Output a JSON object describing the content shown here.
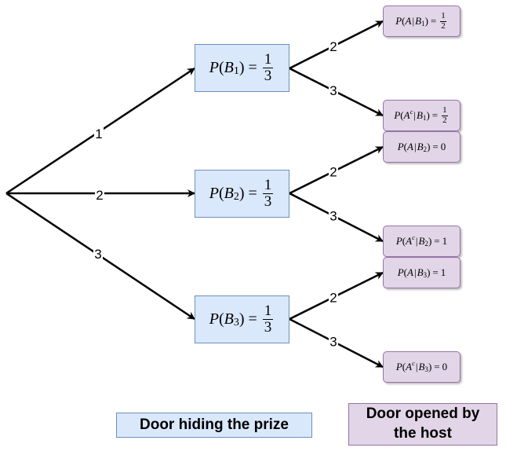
{
  "priors": [
    {
      "name": "P",
      "sub": "1",
      "eq": "=",
      "num": "1",
      "den": "3"
    },
    {
      "name": "P",
      "sub": "2",
      "eq": "=",
      "num": "1",
      "den": "3"
    },
    {
      "name": "P",
      "sub": "3",
      "eq": "=",
      "num": "1",
      "den": "3"
    }
  ],
  "conditionals": [
    {
      "event": "A",
      "sup": "",
      "sub": "1",
      "value": "",
      "num": "1",
      "den": "2"
    },
    {
      "event": "A",
      "sup": "c",
      "sub": "1",
      "value": "",
      "num": "1",
      "den": "2"
    },
    {
      "event": "A",
      "sup": "",
      "sub": "2",
      "value": "0",
      "num": "",
      "den": ""
    },
    {
      "event": "A",
      "sup": "c",
      "sub": "2",
      "value": "1",
      "num": "",
      "den": ""
    },
    {
      "event": "A",
      "sup": "",
      "sub": "3",
      "value": "1",
      "num": "",
      "den": ""
    },
    {
      "event": "A",
      "sup": "c",
      "sub": "3",
      "value": "0",
      "num": "",
      "den": ""
    }
  ],
  "first_edge_labels": [
    "1",
    "2",
    "3"
  ],
  "second_edge_labels": [
    "2",
    "3",
    "2",
    "3",
    "2",
    "3"
  ],
  "legend": {
    "prize": "Door hiding the prize",
    "host_line1": "Door opened by",
    "host_line2": "the host"
  }
}
